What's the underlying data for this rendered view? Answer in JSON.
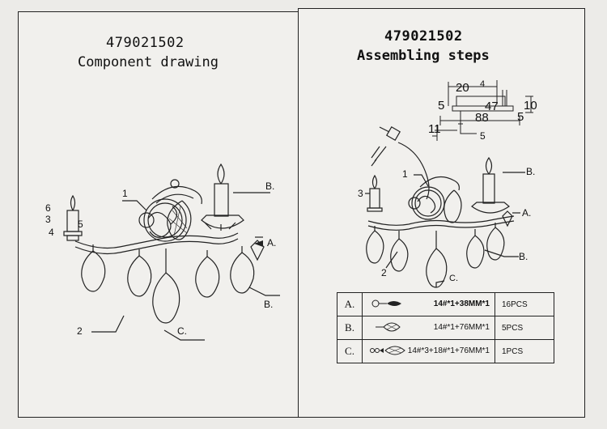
{
  "left": {
    "code": "479021502",
    "title": "Component drawing",
    "labels": {
      "n1": "1",
      "n2": "2",
      "n3": "3",
      "n4": "4",
      "n5": "5",
      "n6": "6",
      "a": "A.",
      "b1": "B.",
      "b2": "B.",
      "c": "C."
    }
  },
  "right": {
    "code": "479021502",
    "title": "Assembling steps",
    "dims": {
      "d20": "20",
      "d4": "4",
      "d5a": "5",
      "d47": "47",
      "d10": "10",
      "d88": "88",
      "d5b": "5",
      "d11": "11",
      "d5c": "5"
    },
    "labels": {
      "n1": "1",
      "n2": "2",
      "n3": "3",
      "a": "A.",
      "b1": "B.",
      "b2": "B.",
      "c": "C."
    },
    "parts": [
      {
        "key": "A.",
        "spec": "14#*1+38MM*1",
        "qty": "16PCS",
        "icon": "acorn-drop-icon"
      },
      {
        "key": "B.",
        "spec": "14#*1+76MM*1",
        "qty": "5PCS",
        "icon": "pear-drop-icon"
      },
      {
        "key": "C.",
        "spec": "14#*3+18#*1+76MM*1",
        "qty": "1PCS",
        "icon": "chain-drop-icon"
      }
    ]
  },
  "colors": {
    "line": "#222222",
    "paper": "#f1f0ed"
  }
}
